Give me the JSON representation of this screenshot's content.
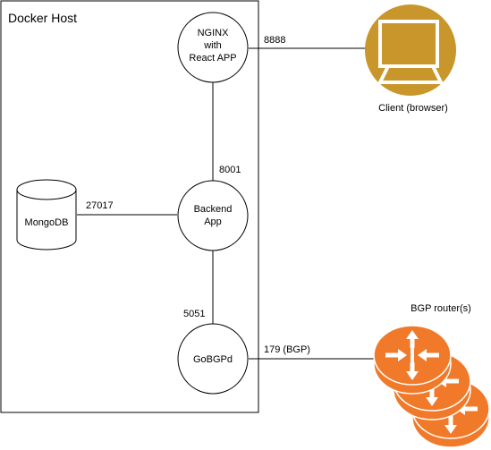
{
  "host": {
    "label": "Docker Host"
  },
  "nodes": {
    "nginx": {
      "line1": "NGINX",
      "line2": "with",
      "line3": "React APP"
    },
    "backend": {
      "line1": "Backend",
      "line2": "App"
    },
    "gobgpd": {
      "label": "GoBGPd"
    },
    "mongodb": {
      "label": "MongoDB"
    },
    "client": {
      "label": "Client (browser)"
    },
    "bgp_routers": {
      "label": "BGP router(s)"
    }
  },
  "ports": {
    "nginx_client": "8888",
    "backend_nginx": "8001",
    "mongo_backend": "27017",
    "gobgp_backend": "5051",
    "gobgp_router": "179 (BGP)"
  },
  "colors": {
    "client_fill": "#c8962b",
    "router_fill": "#f07a2a",
    "stroke": "#000000"
  }
}
